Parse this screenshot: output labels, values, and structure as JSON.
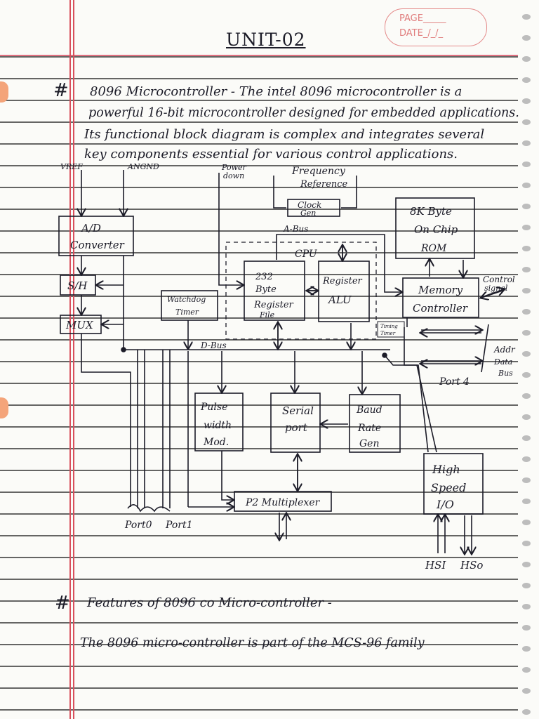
{
  "header": {
    "page_label": "PAGE_____",
    "date_label": "DATE_/_/_"
  },
  "title": "UNIT-02",
  "section1": {
    "hash": "#",
    "lines": [
      "8096 Microcontroller - The intel 8096 microcontroller is a",
      "powerful 16-bit microcontroller designed for embedded applications.",
      "Its functional block diagram is complex and integrates several",
      "key components essential for various control applications."
    ]
  },
  "diagram": {
    "vref": "VREF",
    "angnd": "ANGND",
    "power_down": [
      "Power",
      "down"
    ],
    "freq_ref": [
      "Frequency",
      "Reference"
    ],
    "clock_gen": [
      "Clock",
      "Gen"
    ],
    "ad_converter": [
      "A/D",
      "Converter"
    ],
    "sh": "S/H",
    "mux": "MUX",
    "a_bus": "A-Bus",
    "cpu": "CPU",
    "register_file": [
      "232",
      "Byte",
      "Register",
      "File"
    ],
    "register_alu": [
      "Register",
      "ALU"
    ],
    "rom": [
      "8K Byte",
      "On Chip",
      "ROM"
    ],
    "memory_controller": [
      "Memory",
      "Controller"
    ],
    "control_signal": [
      "Control",
      "signal"
    ],
    "watchdog": [
      "Watchdog",
      "Timer"
    ],
    "timing": [
      "Timing",
      "Timer"
    ],
    "d_bus": "D-Bus",
    "addr_data_bus": [
      "Addr",
      "Data",
      "Bus"
    ],
    "port4": "Port 4",
    "pwm": [
      "Pulse",
      "width",
      "Mod."
    ],
    "serial_port": [
      "Serial",
      "port"
    ],
    "baud_rate": [
      "Baud",
      "Rate",
      "Gen"
    ],
    "high_speed_io": [
      "High",
      "Speed",
      "I/O"
    ],
    "p2_mux": "P2 Multiplexer",
    "port0": "Port0",
    "port1": "Port1",
    "hsi": "HSI",
    "hso": "HSo"
  },
  "section2": {
    "hash": "#",
    "heading": "Features of 8096 co Micro-controller -",
    "line": "The 8096 micro-controller is part of the MCS-96 family"
  }
}
